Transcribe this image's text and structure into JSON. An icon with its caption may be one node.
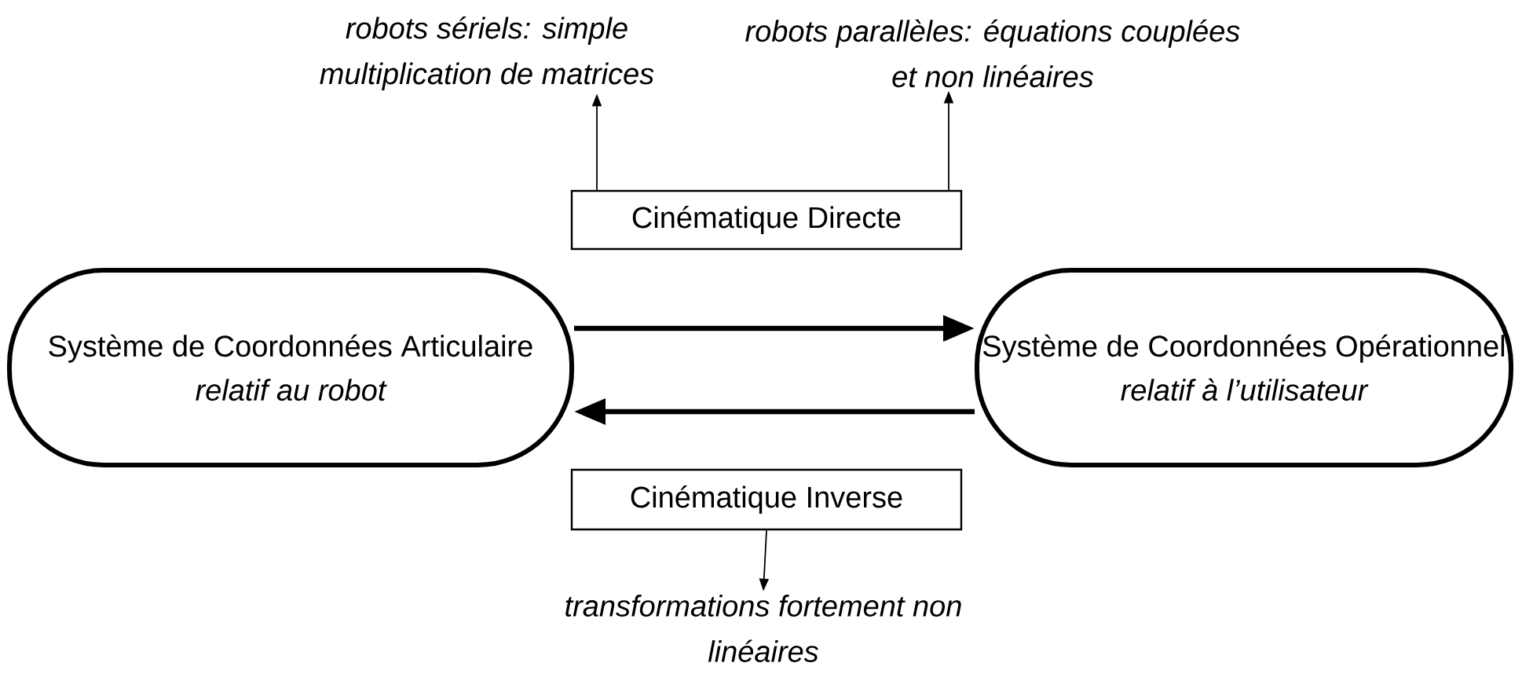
{
  "diagram": {
    "nodes": [
      {
        "text": [
          "Système de Coordonnées Articulaire",
          "relatif au robot"
        ]
      },
      {
        "text": [
          "Système de Coordonnées Opérationnel",
          "relatif à l’utilisateur"
        ]
      },
      {
        "text": [
          "Cinématique Directe"
        ]
      },
      {
        "text": [
          "Cinématique Inverse"
        ]
      },
      {
        "text": [
          "robots sériels: simple multiplication de matrices"
        ]
      },
      {
        "text": [
          "robots parallèles: équations couplées et non linéaires"
        ]
      },
      {
        "text": [
          "transformations fortement non linéaires"
        ]
      }
    ],
    "edges": [
      {
        "from": 0,
        "to": 1,
        "arrow": "to",
        "style": "thick"
      },
      {
        "from": 1,
        "to": 0,
        "arrow": "to",
        "style": "thick"
      },
      {
        "from": 2,
        "to": 4,
        "arrow": "to"
      },
      {
        "from": 2,
        "to": 5,
        "arrow": "to"
      },
      {
        "from": 3,
        "to": 6,
        "arrow": "to"
      }
    ]
  }
}
